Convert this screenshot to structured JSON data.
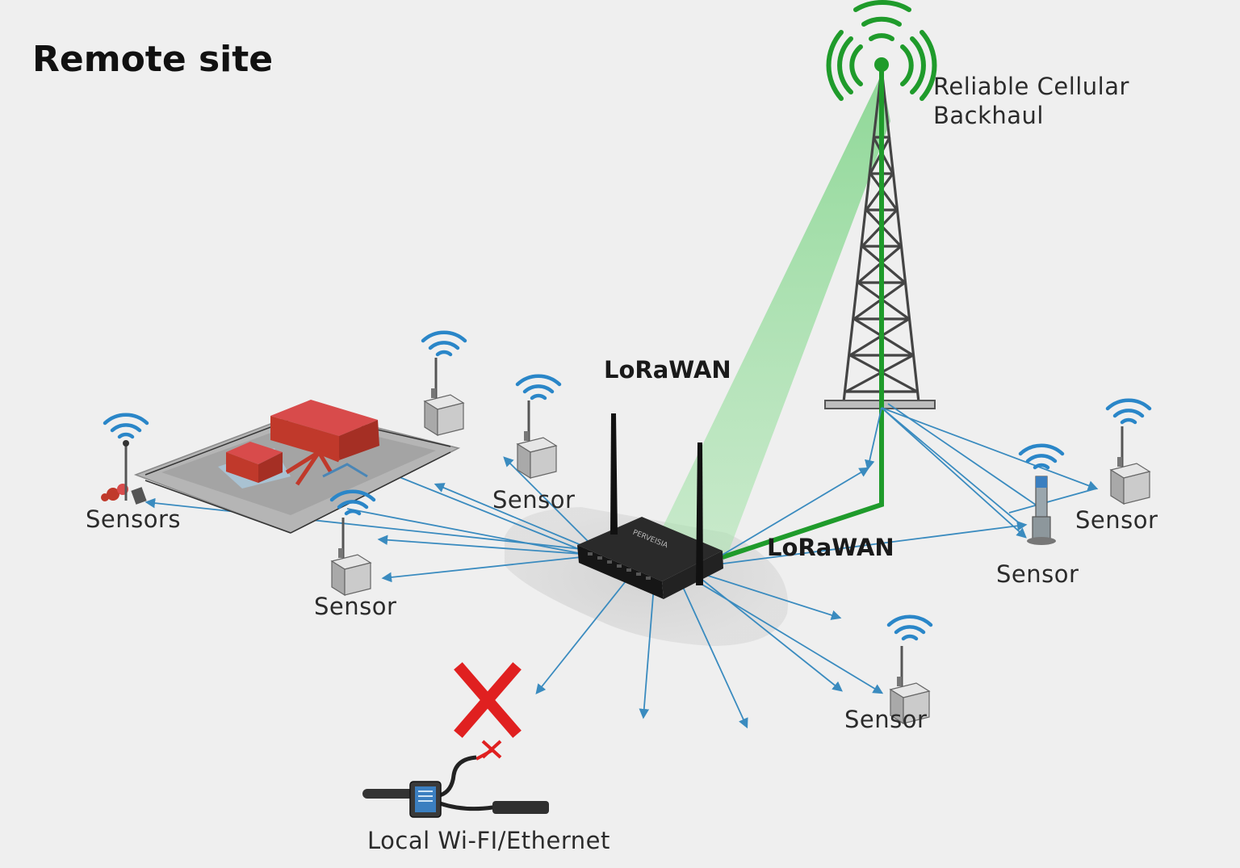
{
  "title": "Remote site",
  "backhaul_label": {
    "line1": "Reliable Cellular",
    "line2": "Backhaul"
  },
  "lorawan_label_top": "LoRaWAN",
  "lorawan_label_right": "LoRaWAN",
  "gateway_brand": "PERVEISIA",
  "sensors": [
    {
      "id": "sensors-group",
      "label": "Sensors"
    },
    {
      "id": "sensor-top-center",
      "label": "Sensor"
    },
    {
      "id": "sensor-left",
      "label": "Sensor"
    },
    {
      "id": "sensor-right-far",
      "label": "Sensor"
    },
    {
      "id": "sensor-right-pole",
      "label": "Sensor"
    },
    {
      "id": "sensor-bottom-right",
      "label": "Sensor"
    }
  ],
  "local_link_label": "Local Wi-FI/Ethernet",
  "colors": {
    "backhaul_green": "#1f9b2b",
    "link_blue": "#3a8bbf",
    "wifi_icon_blue": "#2a86c8",
    "blocked_red": "#e02020",
    "building_red": "#c0392b"
  },
  "icons": [
    "cell-tower-icon",
    "signal-waves-icon",
    "router-icon",
    "wifi-icon",
    "sensor-box-icon",
    "blocked-x-icon",
    "ethernet-cable-icon",
    "facility-icon"
  ]
}
